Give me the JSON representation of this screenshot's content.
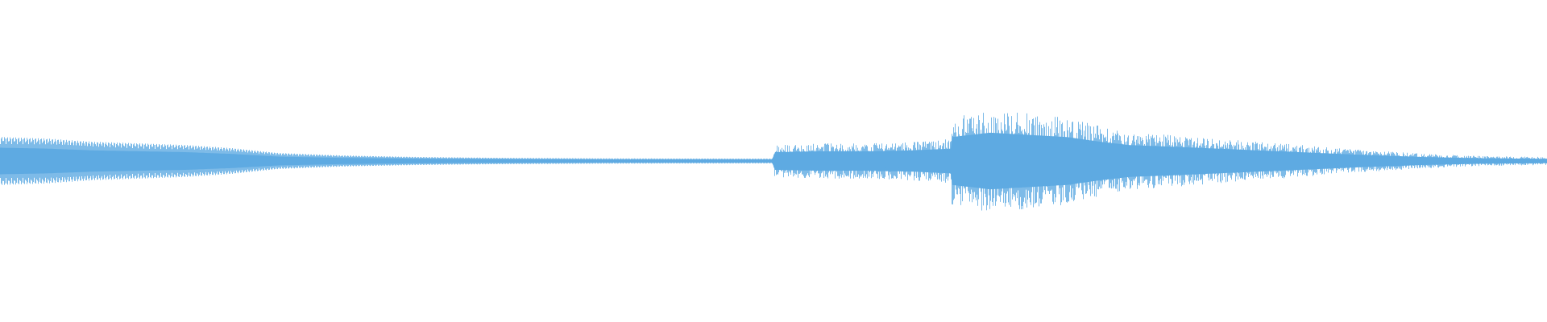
{
  "waveform": {
    "color": "#5eaae2",
    "background": "#ffffff",
    "peak_amplitude_envelope": [
      [
        0.0,
        0.15
      ],
      [
        0.03,
        0.14
      ],
      [
        0.06,
        0.12
      ],
      [
        0.09,
        0.11
      ],
      [
        0.12,
        0.1
      ],
      [
        0.15,
        0.08
      ],
      [
        0.18,
        0.05
      ],
      [
        0.22,
        0.035
      ],
      [
        0.27,
        0.025
      ],
      [
        0.32,
        0.02
      ],
      [
        0.36,
        0.018
      ],
      [
        0.4,
        0.016
      ],
      [
        0.4999,
        0.015
      ],
      [
        0.5001,
        0.1
      ],
      [
        0.53,
        0.11
      ],
      [
        0.56,
        0.11
      ],
      [
        0.59,
        0.12
      ],
      [
        0.6149,
        0.14
      ],
      [
        0.6151,
        0.27
      ],
      [
        0.64,
        0.32
      ],
      [
        0.66,
        0.3
      ],
      [
        0.69,
        0.27
      ],
      [
        0.71,
        0.22
      ],
      [
        0.73,
        0.18
      ],
      [
        0.76,
        0.16
      ],
      [
        0.8,
        0.13
      ],
      [
        0.84,
        0.1
      ],
      [
        0.88,
        0.07
      ],
      [
        0.92,
        0.045
      ],
      [
        0.96,
        0.03
      ],
      [
        1.0,
        0.025
      ]
    ]
  }
}
